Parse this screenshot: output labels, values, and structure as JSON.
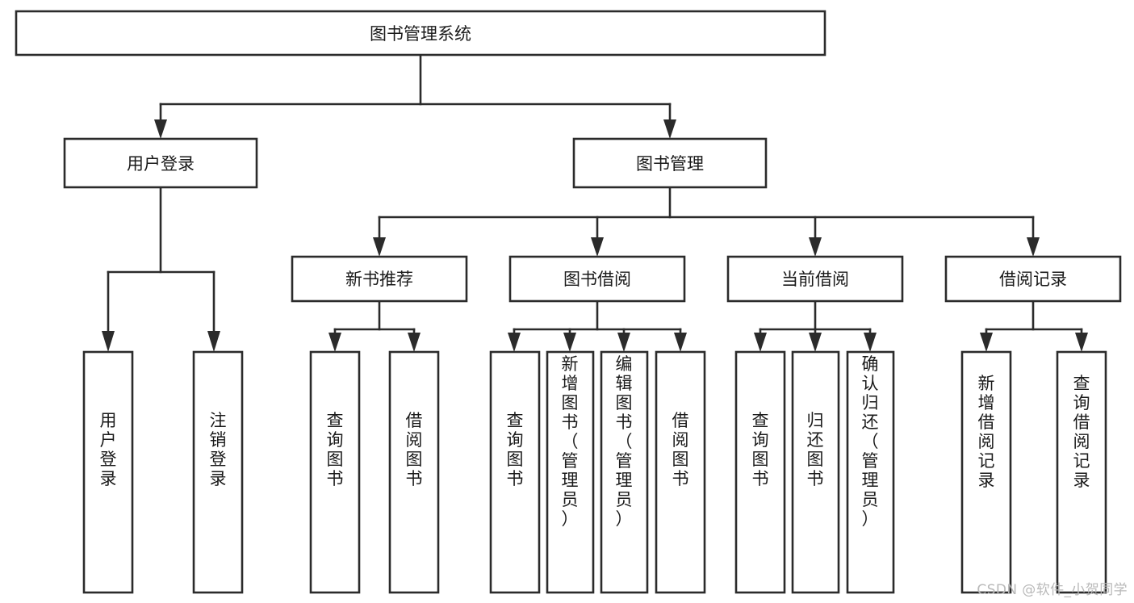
{
  "diagram": {
    "type": "tree",
    "orientation": "top-down",
    "title": "图书管理系统",
    "watermark": "CSDN @软件_小贺同学",
    "colors": {
      "background": "#ffffff",
      "box_fill": "#ffffff",
      "box_stroke": "#2b2b2b",
      "text": "#1a1a1a",
      "watermark": "#b9b9b9"
    },
    "levels": [
      {
        "level": 1,
        "nodes": [
          {
            "id": "root",
            "label": "图书管理系统",
            "orientation": "horizontal"
          }
        ]
      },
      {
        "level": 2,
        "nodes": [
          {
            "id": "login",
            "label": "用户登录",
            "orientation": "horizontal",
            "parent": "root"
          },
          {
            "id": "bookmgmt",
            "label": "图书管理",
            "orientation": "horizontal",
            "parent": "root"
          }
        ]
      },
      {
        "level": 3,
        "nodes": [
          {
            "id": "newbook",
            "label": "新书推荐",
            "orientation": "horizontal",
            "parent": "bookmgmt"
          },
          {
            "id": "borrow",
            "label": "图书借阅",
            "orientation": "horizontal",
            "parent": "bookmgmt"
          },
          {
            "id": "current",
            "label": "当前借阅",
            "orientation": "horizontal",
            "parent": "bookmgmt"
          },
          {
            "id": "records",
            "label": "借阅记录",
            "orientation": "horizontal",
            "parent": "bookmgmt"
          }
        ]
      },
      {
        "level": 4,
        "nodes": [
          {
            "id": "leaf-1",
            "label": "用户登录",
            "orientation": "vertical",
            "parent": "login"
          },
          {
            "id": "leaf-2",
            "label": "注销登录",
            "orientation": "vertical",
            "parent": "login"
          },
          {
            "id": "leaf-3",
            "label": "查询图书",
            "orientation": "vertical",
            "parent": "newbook"
          },
          {
            "id": "leaf-4",
            "label": "借阅图书",
            "orientation": "vertical",
            "parent": "newbook"
          },
          {
            "id": "leaf-5",
            "label": "查询图书",
            "orientation": "vertical",
            "parent": "borrow"
          },
          {
            "id": "leaf-6",
            "label": "新增图书（管理员）",
            "orientation": "vertical",
            "parent": "borrow"
          },
          {
            "id": "leaf-7",
            "label": "编辑图书（管理员）",
            "orientation": "vertical",
            "parent": "borrow"
          },
          {
            "id": "leaf-8",
            "label": "借阅图书",
            "orientation": "vertical",
            "parent": "borrow"
          },
          {
            "id": "leaf-9",
            "label": "查询图书",
            "orientation": "vertical",
            "parent": "current"
          },
          {
            "id": "leaf-10",
            "label": "归还图书",
            "orientation": "vertical",
            "parent": "current"
          },
          {
            "id": "leaf-11",
            "label": "确认归还（管理员）",
            "orientation": "vertical",
            "parent": "current"
          },
          {
            "id": "leaf-12",
            "label": "新增借阅记录",
            "orientation": "vertical",
            "parent": "records"
          },
          {
            "id": "leaf-13",
            "label": "查询借阅记录",
            "orientation": "vertical",
            "parent": "records"
          }
        ]
      }
    ]
  }
}
